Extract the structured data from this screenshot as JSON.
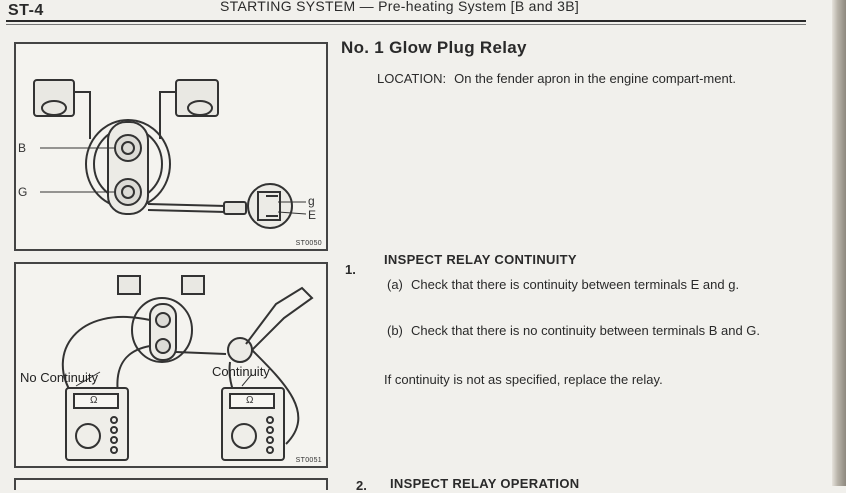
{
  "header": {
    "page_id": "ST-4",
    "title": "STARTING SYSTEM — Pre-heating System [B and 3B]"
  },
  "section": {
    "title": "No. 1 Glow Plug Relay",
    "location_label": "LOCATION:",
    "location_text": "On the fender apron in the engine compart-ment."
  },
  "figure1": {
    "code": "ST0050",
    "callouts": {
      "b": "B",
      "g_left": "G",
      "g_right": "g",
      "e": "E"
    }
  },
  "figure2": {
    "code": "ST0051",
    "left_meter_label": "No Continuity",
    "right_meter_label": "Continuity",
    "ohm_symbol": "Ω"
  },
  "steps": [
    {
      "number": "1.",
      "title": "INSPECT RELAY CONTINUITY",
      "items": [
        {
          "letter": "(a)",
          "text": "Check that there is continuity between terminals E and g."
        },
        {
          "letter": "(b)",
          "text": "Check that there is no continuity between terminals B and G."
        }
      ],
      "note": "If continuity is not as specified, replace the relay."
    },
    {
      "number": "2.",
      "title": "INSPECT RELAY OPERATION"
    }
  ]
}
